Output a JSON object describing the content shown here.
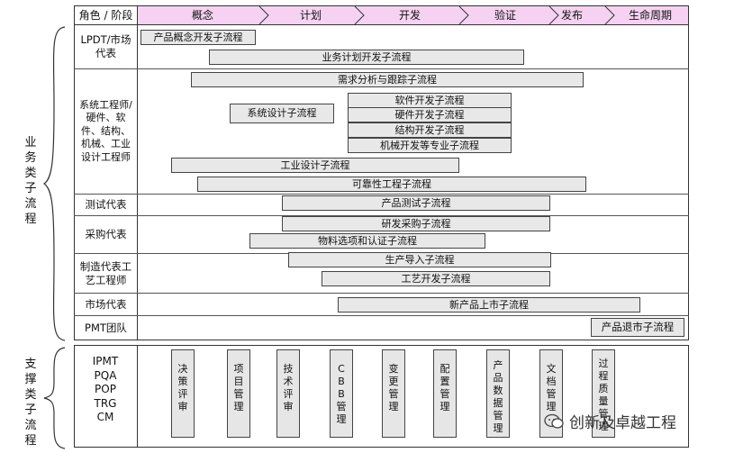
{
  "left_labels": {
    "business": "业务类子流程",
    "support": "支撑类子流程"
  },
  "header": {
    "role_stage": "角色 / 阶段",
    "phases": [
      "概念",
      "计划",
      "开发",
      "验证",
      "发布",
      "生命周期"
    ]
  },
  "roles": [
    "LPDT/市场代表",
    "系统工程师/硬件、软件、结构、机械、工业设计工程师",
    "测试代表",
    "采购代表",
    "制造代表工艺工程师",
    "市场代表",
    "PMT团队"
  ],
  "processes": {
    "concept_dev": "产品概念开发子流程",
    "business_plan": "业务计划开发子流程",
    "req_analysis": "需求分析与跟踪子流程",
    "system_design": "系统设计子流程",
    "software": "软件开发子流程",
    "hardware": "硬件开发子流程",
    "structure": "结构开发子流程",
    "mechanical": "机械开发等专业子流程",
    "industrial_design": "工业设计子流程",
    "reliability": "可靠性工程子流程",
    "product_test": "产品测试子流程",
    "rd_procurement": "研发采购子流程",
    "material_selection": "物料选项和认证子流程",
    "production_intro": "生产导入子流程",
    "process_dev": "工艺开发子流程",
    "launch": "新产品上市子流程",
    "retirement": "产品退市子流程"
  },
  "support_roles": [
    "IPMT",
    "PQA",
    "POP",
    "TRG",
    "CM"
  ],
  "support_processes": [
    "决策评审",
    "项目管理",
    "技术评审",
    "CBB管理",
    "变更管理",
    "配置管理",
    "产品数据管理",
    "文档管理",
    "过程质量管理"
  ],
  "watermark": "创新及卓越工程",
  "colors": {
    "header_band": "#f6d2f2",
    "bar_fill": "#e8e8e8",
    "frame": "#333333"
  }
}
